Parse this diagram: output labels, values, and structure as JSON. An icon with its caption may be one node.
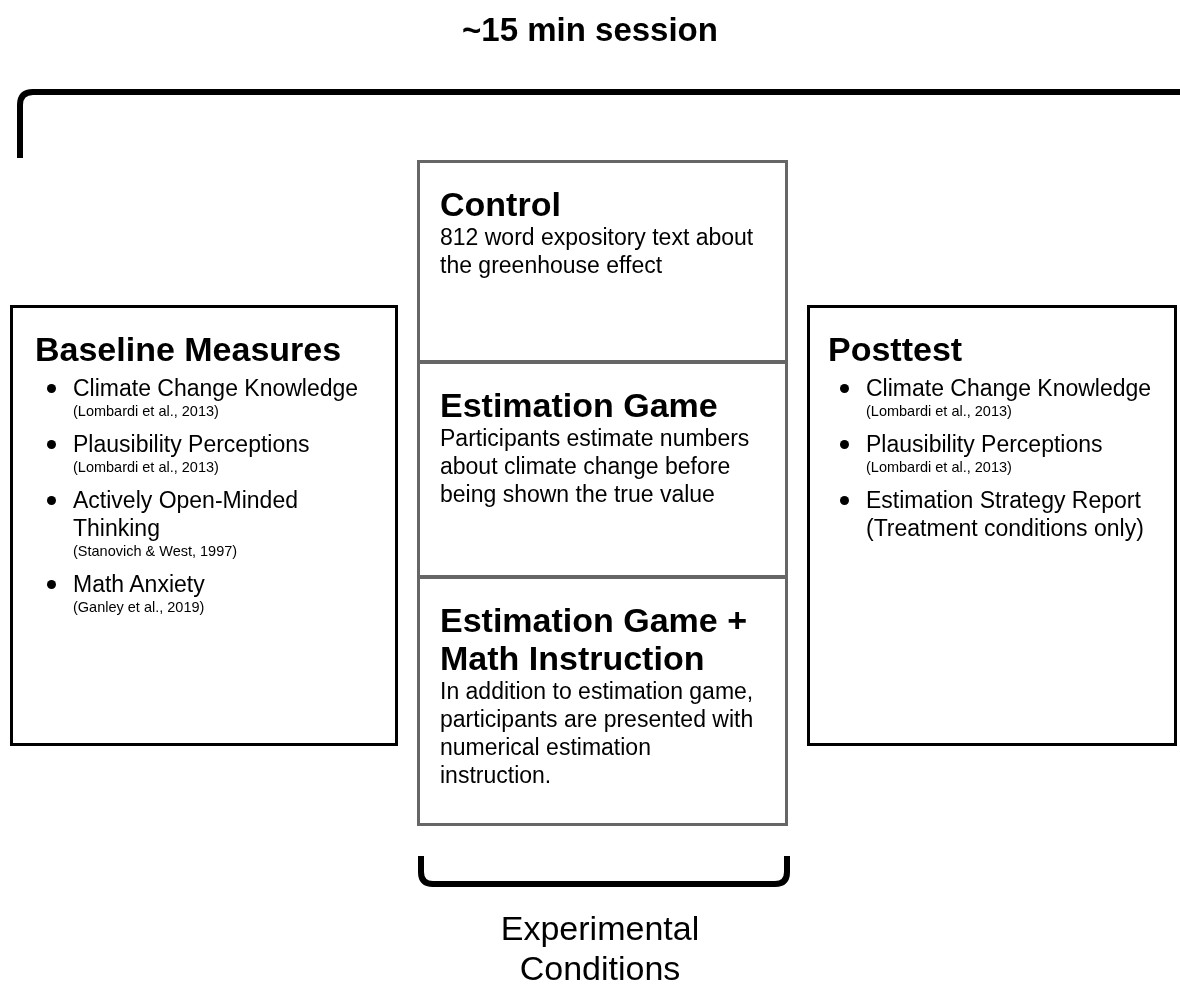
{
  "diagram": {
    "nodes": [
      {
        "text": [
          "Baseline Measures",
          "Climate Change Knowledge",
          "(Lombardi et al., 2013)",
          "Plausibility Perceptions",
          "(Lombardi et al., 2013)",
          "Actively Open-Minded Thinking",
          "(Stanovich & West, 1997)",
          "Math Anxiety",
          "(Ganley et al., 2019)"
        ]
      },
      {
        "text": [
          "Control",
          "812 word expository text about the greenhouse effect"
        ]
      },
      {
        "text": [
          "Estimation Game",
          "Participants estimate numbers about climate change before being shown the true value"
        ]
      },
      {
        "text": [
          "Estimation Game + Math Instruction",
          "In addition to estimation game, participants are presented with numerical estimation instruction."
        ]
      },
      {
        "text": [
          "Posttest",
          "Climate Change Knowledge",
          "(Lombardi et al., 2013)",
          "Plausibility Perceptions",
          "(Lombardi et al., 2013)",
          "Estimation Strategy Report (Treatment conditions only)"
        ]
      }
    ],
    "edges": [],
    "labels": [
      "~15 min session",
      "Experimental Conditions"
    ]
  }
}
